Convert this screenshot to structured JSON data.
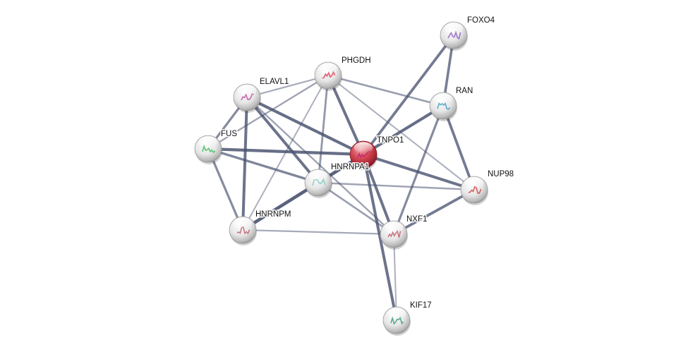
{
  "network": {
    "query_protein": "TNPO1",
    "colors": {
      "edge": "#4a5270",
      "node_default": "#e8e8e8",
      "node_query": "#c0303a",
      "label": "#111111"
    },
    "nodes": [
      {
        "id": "TNPO1",
        "label": "TNPO1",
        "query": true,
        "structure_color": "#c0206a"
      },
      {
        "id": "HNRNPA1",
        "label": "HNRNPA1",
        "query": false,
        "structure_color": "#7fc9c0"
      },
      {
        "id": "PHGDH",
        "label": "PHGDH",
        "query": false,
        "structure_color": "#e0405a"
      },
      {
        "id": "ELAVL1",
        "label": "ELAVL1",
        "query": false,
        "structure_color": "#c050a0"
      },
      {
        "id": "FUS",
        "label": "FUS",
        "query": false,
        "structure_color": "#40c060"
      },
      {
        "id": "HNRNPM",
        "label": "HNRNPM",
        "query": false,
        "structure_color": "#c06070"
      },
      {
        "id": "FOXO4",
        "label": "FOXO4",
        "query": false,
        "structure_color": "#9060c0"
      },
      {
        "id": "RAN",
        "label": "RAN",
        "query": false,
        "structure_color": "#40a0c0"
      },
      {
        "id": "NUP98",
        "label": "NUP98",
        "query": false,
        "structure_color": "#d04040"
      },
      {
        "id": "NXF1",
        "label": "NXF1",
        "query": false,
        "structure_color": "#c06070"
      },
      {
        "id": "KIF17",
        "label": "KIF17",
        "query": false,
        "structure_color": "#40a080"
      }
    ],
    "edges": [
      {
        "source": "TNPO1",
        "target": "HNRNPA1",
        "score": 0.95
      },
      {
        "source": "TNPO1",
        "target": "PHGDH",
        "score": 0.8
      },
      {
        "source": "TNPO1",
        "target": "ELAVL1",
        "score": 0.85
      },
      {
        "source": "TNPO1",
        "target": "FUS",
        "score": 0.85
      },
      {
        "source": "TNPO1",
        "target": "FOXO4",
        "score": 0.75
      },
      {
        "source": "TNPO1",
        "target": "RAN",
        "score": 0.85
      },
      {
        "source": "TNPO1",
        "target": "NUP98",
        "score": 0.8
      },
      {
        "source": "TNPO1",
        "target": "NXF1",
        "score": 0.8
      },
      {
        "source": "TNPO1",
        "target": "KIF17",
        "score": 0.8
      },
      {
        "source": "FOXO4",
        "target": "RAN",
        "score": 0.7
      },
      {
        "source": "RAN",
        "target": "NUP98",
        "score": 0.75
      },
      {
        "source": "RAN",
        "target": "NXF1",
        "score": 0.6
      },
      {
        "source": "RAN",
        "target": "PHGDH",
        "score": 0.45
      },
      {
        "source": "NUP98",
        "target": "NXF1",
        "score": 0.75
      },
      {
        "source": "NUP98",
        "target": "HNRNPA1",
        "score": 0.4
      },
      {
        "source": "NUP98",
        "target": "PHGDH",
        "score": 0.3
      },
      {
        "source": "NXF1",
        "target": "KIF17",
        "score": 0.3
      },
      {
        "source": "NXF1",
        "target": "HNRNPM",
        "score": 0.35
      },
      {
        "source": "NXF1",
        "target": "HNRNPA1",
        "score": 0.45
      },
      {
        "source": "NXF1",
        "target": "ELAVL1",
        "score": 0.4
      },
      {
        "source": "PHGDH",
        "target": "ELAVL1",
        "score": 0.35
      },
      {
        "source": "PHGDH",
        "target": "FUS",
        "score": 0.4
      },
      {
        "source": "PHGDH",
        "target": "HNRNPA1",
        "score": 0.5
      },
      {
        "source": "PHGDH",
        "target": "HNRNPM",
        "score": 0.3
      },
      {
        "source": "ELAVL1",
        "target": "FUS",
        "score": 0.6
      },
      {
        "source": "ELAVL1",
        "target": "HNRNPA1",
        "score": 0.8
      },
      {
        "source": "ELAVL1",
        "target": "HNRNPM",
        "score": 0.8
      },
      {
        "source": "FUS",
        "target": "HNRNPA1",
        "score": 0.65
      },
      {
        "source": "FUS",
        "target": "HNRNPM",
        "score": 0.6
      },
      {
        "source": "HNRNPA1",
        "target": "HNRNPM",
        "score": 0.95
      }
    ]
  }
}
